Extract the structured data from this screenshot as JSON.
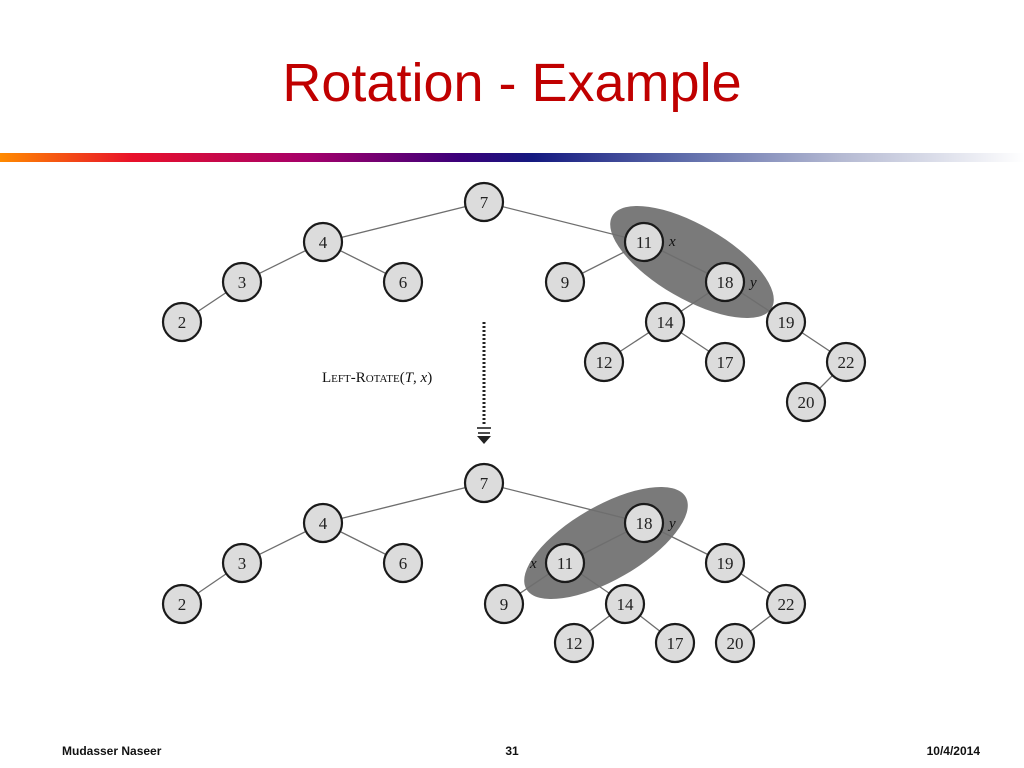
{
  "slide": {
    "title": "Rotation - Example",
    "footer": {
      "author": "Mudasser Naseer",
      "page": "31",
      "date": "10/4/2014"
    }
  },
  "operation": {
    "name_prefix": "L",
    "name_small_1": "EFT",
    "name_mid": "-R",
    "name_small_2": "OTATE",
    "args_open": "(",
    "arg_t": "T",
    "args_sep": ", ",
    "arg_x": "x",
    "args_close": ")"
  },
  "colors": {
    "title": "#c00000",
    "highlight": "#7a7a7a",
    "node_fill": "#dcdcdc"
  },
  "trees": {
    "before": {
      "nodes": [
        "7",
        "4",
        "3",
        "2",
        "6",
        "11",
        "9",
        "18",
        "14",
        "12",
        "17",
        "19",
        "22",
        "20"
      ],
      "pointers": {
        "x": "x",
        "y": "y"
      }
    },
    "after": {
      "nodes": [
        "7",
        "4",
        "3",
        "2",
        "6",
        "18",
        "11",
        "9",
        "14",
        "12",
        "17",
        "19",
        "22",
        "20"
      ],
      "pointers": {
        "x": "x",
        "y": "y"
      }
    }
  }
}
